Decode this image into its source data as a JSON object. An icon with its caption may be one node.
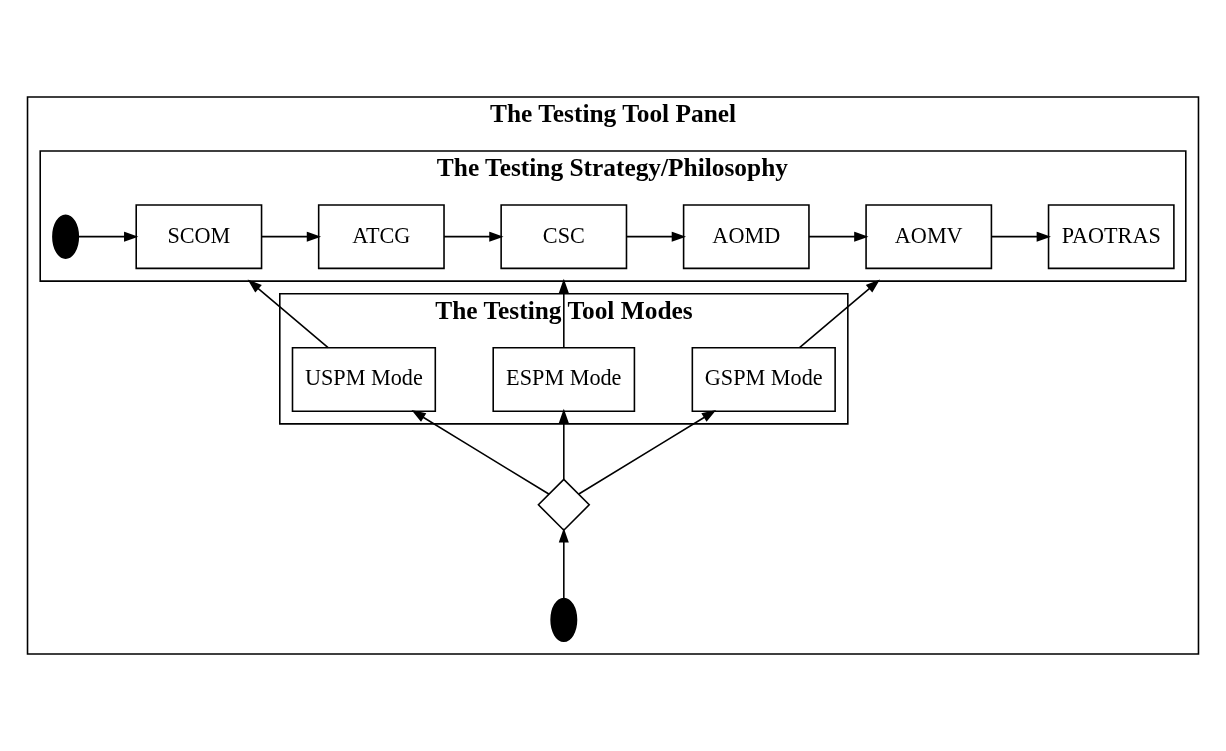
{
  "diagram": {
    "nodes": [
      {
        "text": [
          "The Testing Tool Panel"
        ]
      },
      {
        "text": [
          "The Testing Strategy/Philosophy"
        ],
        "in": 0
      },
      {
        "text": [],
        "shape": "ellipse",
        "in": 1
      },
      {
        "text": [
          "SCOM"
        ],
        "in": 1
      },
      {
        "text": [
          "ATCG"
        ],
        "in": 1
      },
      {
        "text": [
          "CSC"
        ],
        "in": 1
      },
      {
        "text": [
          "AOMD"
        ],
        "in": 1
      },
      {
        "text": [
          "AOMV"
        ],
        "in": 1
      },
      {
        "text": [
          "PAOTRAS"
        ],
        "in": 1
      },
      {
        "text": [
          "The Testing Tool Modes"
        ],
        "in": 0
      },
      {
        "text": [
          "USPM Mode"
        ],
        "in": 9
      },
      {
        "text": [
          "ESPM Mode"
        ],
        "in": 9
      },
      {
        "text": [
          "GSPM Mode"
        ],
        "in": 9
      },
      {
        "text": [],
        "shape": "diamond",
        "in": 0
      },
      {
        "text": [],
        "shape": "ellipse",
        "in": 0
      }
    ],
    "edges": [
      {
        "from": 2,
        "to": 3,
        "arrow": "to"
      },
      {
        "from": 3,
        "to": 4,
        "arrow": "to"
      },
      {
        "from": 4,
        "to": 5,
        "arrow": "to"
      },
      {
        "from": 5,
        "to": 6,
        "arrow": "to"
      },
      {
        "from": 6,
        "to": 7,
        "arrow": "to"
      },
      {
        "from": 7,
        "to": 8,
        "arrow": "to"
      },
      {
        "from": 10,
        "to": 1,
        "arrow": "to"
      },
      {
        "from": 11,
        "to": 1,
        "arrow": "to"
      },
      {
        "from": 12,
        "to": 1,
        "arrow": "to"
      },
      {
        "from": 13,
        "to": 10,
        "arrow": "to"
      },
      {
        "from": 13,
        "to": 11,
        "arrow": "to"
      },
      {
        "from": 13,
        "to": 12,
        "arrow": "to"
      },
      {
        "from": 14,
        "to": 13,
        "arrow": "to"
      }
    ]
  }
}
